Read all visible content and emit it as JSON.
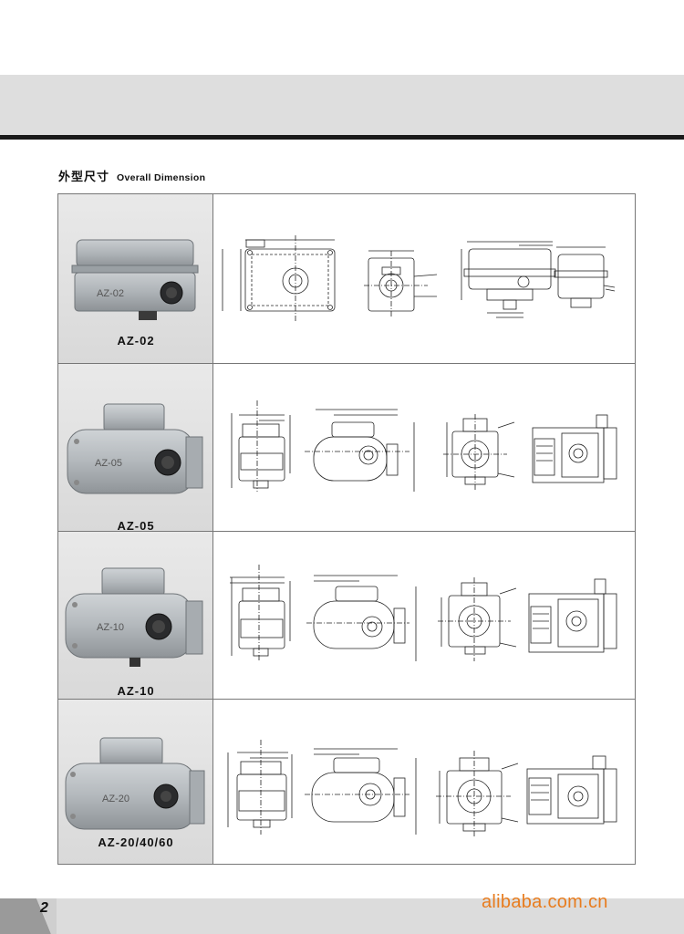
{
  "section": {
    "title_cn": "外型尺寸",
    "title_en": "Overall Dimension"
  },
  "models": [
    {
      "label": "AZ-02",
      "body_text": "AZ-02"
    },
    {
      "label": "AZ-05",
      "body_text": "AZ-05"
    },
    {
      "label": "AZ-10",
      "body_text": "AZ-10"
    },
    {
      "label": "AZ-20/40/60",
      "body_text": "AZ-20"
    }
  ],
  "footer": {
    "page_number": "2",
    "watermark": "alibaba.com.cn"
  },
  "colors": {
    "watermark": "#e87c1e",
    "band": "#dedede"
  }
}
